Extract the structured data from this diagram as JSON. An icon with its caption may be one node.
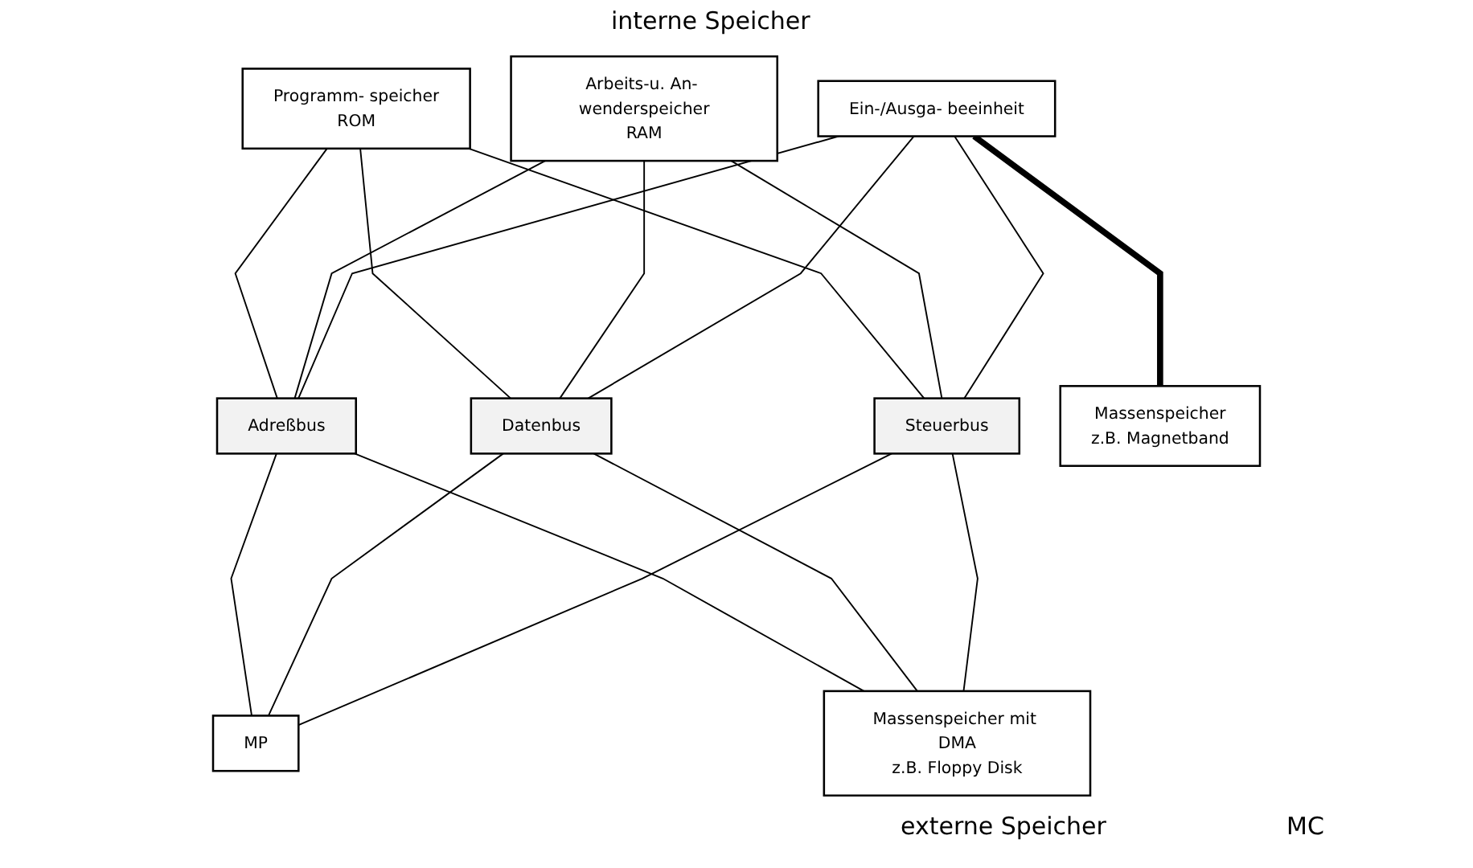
{
  "diagram": {
    "nodes": [
      {
        "text": [
          "MP"
        ]
      },
      {
        "text": [
          "Programm- speicher",
          "ROM"
        ]
      },
      {
        "text": [
          "Arbeits-u. An- wenderspeicher",
          "RAM"
        ]
      },
      {
        "text": [
          "Ein-/Ausga- beeinheit"
        ]
      },
      {
        "text": [
          "Adreßbus"
        ]
      },
      {
        "text": [
          "Datenbus"
        ]
      },
      {
        "text": [
          "Steuerbus"
        ]
      },
      {
        "text": [
          "Massenspeicher mit DMA",
          "z.B. Floppy Disk"
        ]
      },
      {
        "text": [
          "Massenspeicher",
          "z.B. Magnetband"
        ]
      }
    ],
    "edges": [
      {
        "from": 0,
        "to": 4,
        "arrow": "none"
      },
      {
        "from": 0,
        "to": 5,
        "arrow": "none"
      },
      {
        "from": 0,
        "to": 6,
        "arrow": "none"
      },
      {
        "from": 1,
        "to": 4,
        "arrow": "none"
      },
      {
        "from": 1,
        "to": 5,
        "arrow": "none"
      },
      {
        "from": 1,
        "to": 6,
        "arrow": "none"
      },
      {
        "from": 2,
        "to": 4,
        "arrow": "none"
      },
      {
        "from": 2,
        "to": 5,
        "arrow": "none"
      },
      {
        "from": 2,
        "to": 6,
        "arrow": "none"
      },
      {
        "from": 3,
        "to": 4,
        "arrow": "none"
      },
      {
        "from": 3,
        "to": 5,
        "arrow": "none"
      },
      {
        "from": 3,
        "to": 6,
        "arrow": "none"
      },
      {
        "from": 4,
        "to": 7,
        "arrow": "none"
      },
      {
        "from": 5,
        "to": 7,
        "arrow": "none"
      },
      {
        "from": 6,
        "to": 7,
        "arrow": "none"
      },
      {
        "from": 3,
        "to": 8,
        "arrow": "none",
        "style": "thick"
      }
    ],
    "labels": [
      "interne Speicher",
      "MC",
      "externe Speicher"
    ]
  }
}
